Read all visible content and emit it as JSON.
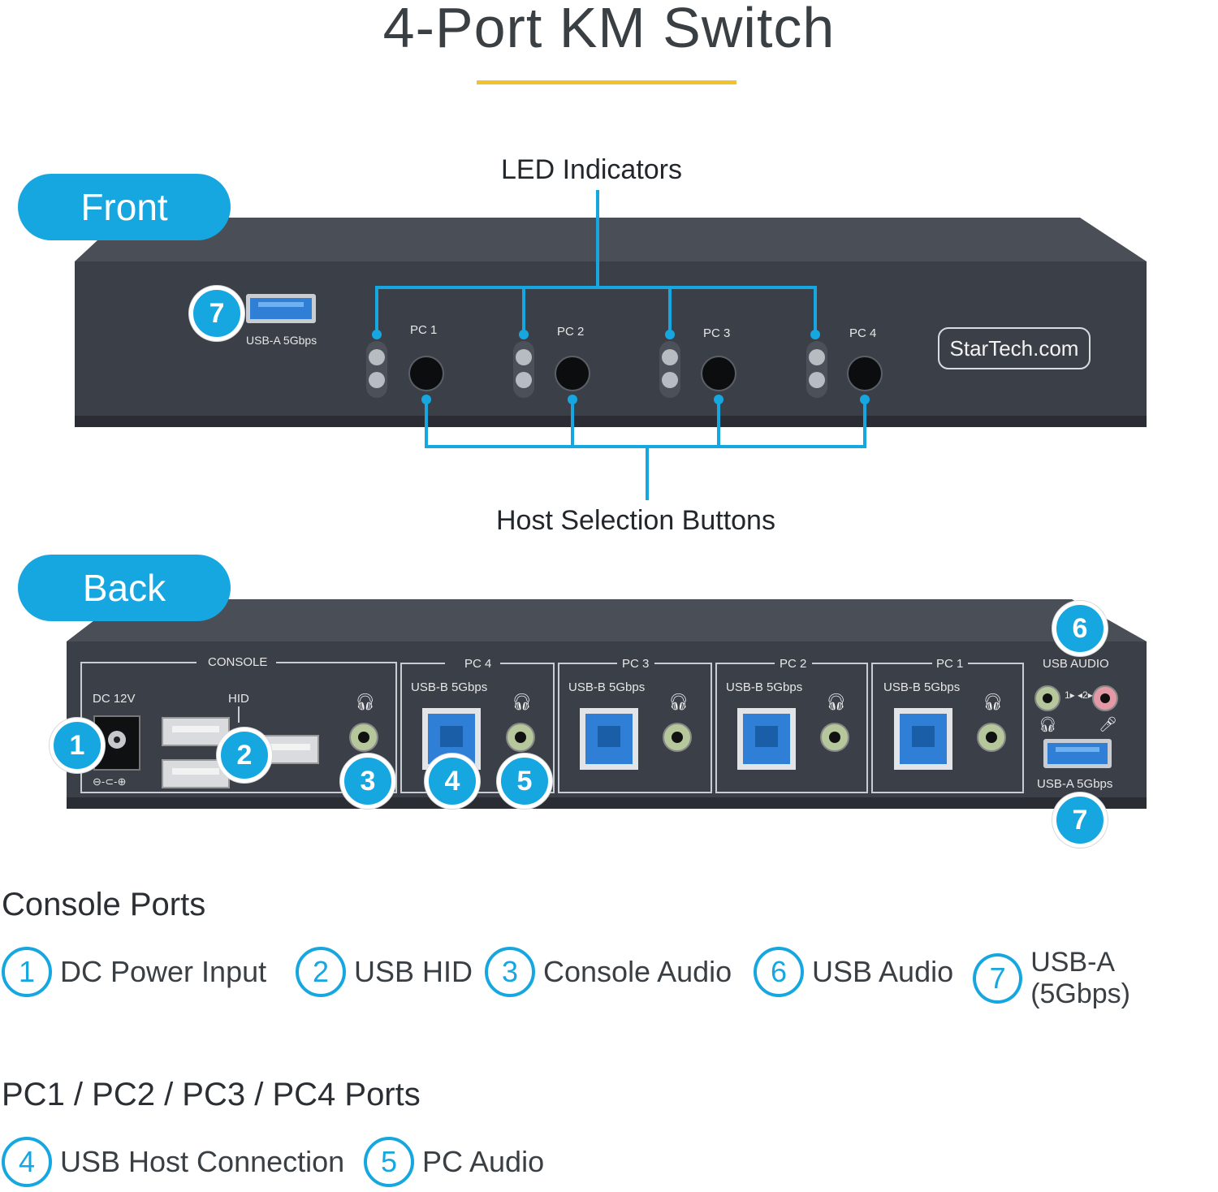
{
  "title": "4-Port KM Switch",
  "front": {
    "tab_label": "Front",
    "led_label": "LED Indicators",
    "buttons_label": "Host Selection Buttons",
    "usb_a_label": "USB-A 5Gbps",
    "usb_a_badge": "7",
    "brand": "StarTech.com",
    "pc_labels": [
      "PC 1",
      "PC 2",
      "PC 3",
      "PC 4"
    ]
  },
  "back": {
    "tab_label": "Back",
    "console_label": "CONSOLE",
    "dc_label": "DC 12V",
    "hid_label": "HID",
    "polarity": "⊖-⊂-⊕",
    "pc_sections": [
      "PC 4",
      "PC 3",
      "PC 2",
      "PC 1"
    ],
    "usb_b_label": "USB-B 5Gbps",
    "usb_audio_label": "USB AUDIO",
    "audio_switch": "1▸ ◂2▸",
    "usb_a_label": "USB-A 5Gbps",
    "badges": [
      "1",
      "2",
      "3",
      "4",
      "5",
      "6",
      "7"
    ]
  },
  "legend": {
    "console_heading": "Console Ports",
    "console_items": [
      {
        "num": "1",
        "text": "DC Power Input"
      },
      {
        "num": "2",
        "text": "USB HID"
      },
      {
        "num": "3",
        "text": "Console Audio"
      },
      {
        "num": "6",
        "text": "USB Audio"
      },
      {
        "num": "7",
        "text": "USB-A (5Gbps)"
      }
    ],
    "pc_heading": "PC1 / PC2 / PC3 / PC4 Ports",
    "pc_items": [
      {
        "num": "4",
        "text": "USB Host Connection"
      },
      {
        "num": "5",
        "text": "PC Audio"
      }
    ]
  },
  "colors": {
    "accent": "#17a7e0",
    "underline": "#f2c22b",
    "chassis": "#3b4048",
    "usb_blue": "#2f7fd6"
  },
  "icons": [
    "headphone-icon",
    "microphone-icon",
    "usb-a-port",
    "usb-b-port",
    "dc-jack",
    "led",
    "button"
  ]
}
